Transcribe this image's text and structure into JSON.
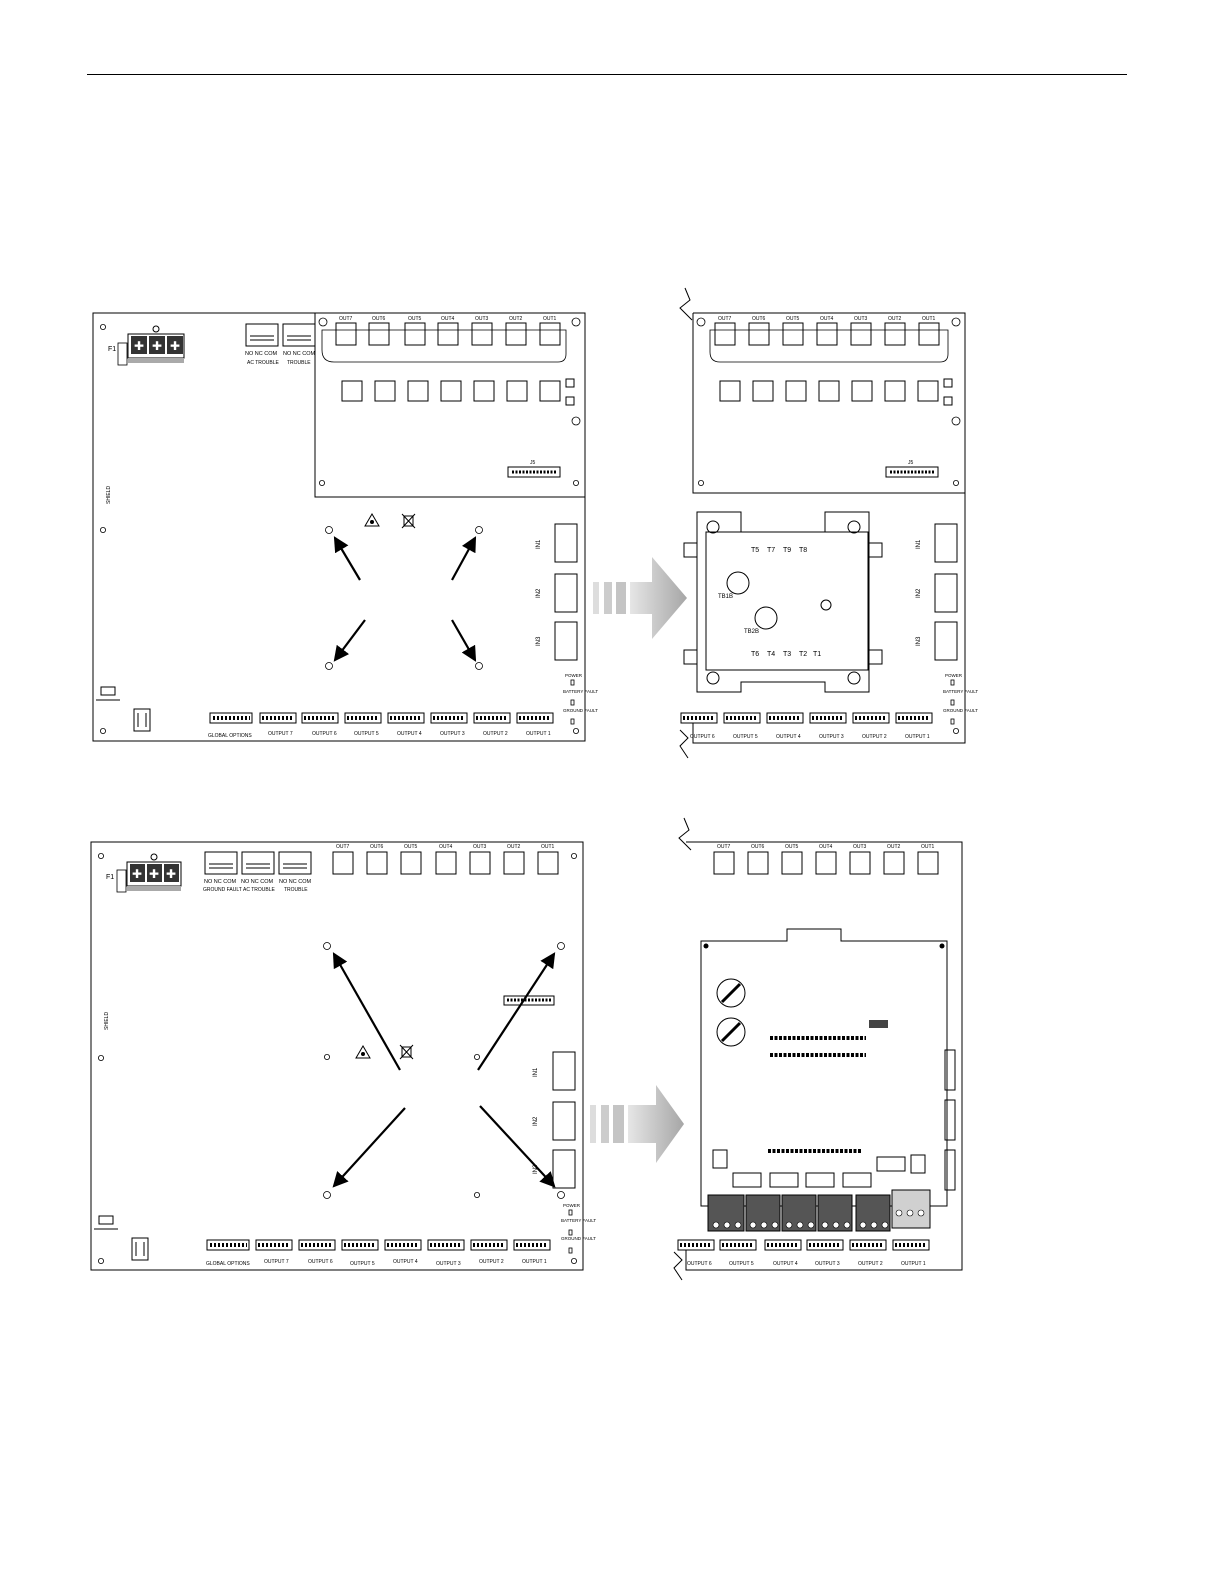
{
  "figure_1": {
    "left_board": {
      "fuse": "F1",
      "relay_labels": [
        "NO NC COM",
        "NO NC COM"
      ],
      "relay_captions": [
        "AC TROUBLE",
        "TROUBLE"
      ],
      "out_labels": [
        "OUT7",
        "OUT6",
        "OUT5",
        "OUT4",
        "OUT3",
        "OUT2",
        "OUT1"
      ],
      "header_label": "J5",
      "in_labels": [
        "IN1",
        "IN2",
        "IN3"
      ],
      "dip_labels": [
        "GLOBAL OPTIONS",
        "OUTPUT 7",
        "OUTPUT 6",
        "OUTPUT 5",
        "OUTPUT 4",
        "OUTPUT 3",
        "OUTPUT 2",
        "OUTPUT 1"
      ],
      "side_mark": "SHIELD",
      "leds": [
        "POWER",
        "BATTERY FAULT",
        "GROUND FAULT"
      ]
    },
    "right_board": {
      "out_labels": [
        "OUT7",
        "OUT6",
        "OUT5",
        "OUT4",
        "OUT3",
        "OUT2",
        "OUT1"
      ],
      "header_label": "J5",
      "in_labels": [
        "IN1",
        "IN2",
        "IN3"
      ],
      "dip_labels": [
        "OUTPUT 6",
        "OUTPUT 5",
        "OUTPUT 4",
        "OUTPUT 3",
        "OUTPUT 2",
        "OUTPUT 1"
      ],
      "leds": [
        "POWER",
        "BATTERY FAULT",
        "GROUND FAULT"
      ],
      "module_labels": [
        "T5",
        "T7",
        "T9",
        "T8",
        "T6",
        "T4",
        "T3",
        "T2",
        "T1",
        "TB1B",
        "TB2B"
      ]
    }
  },
  "figure_2": {
    "left_board": {
      "fuse": "F1",
      "relay_labels": [
        "NO NC COM",
        "NO NC COM",
        "NO NC COM"
      ],
      "relay_captions": [
        "GROUND FAULT",
        "AC TROUBLE",
        "TROUBLE"
      ],
      "out_labels": [
        "OUT7",
        "OUT6",
        "OUT5",
        "OUT4",
        "OUT3",
        "OUT2",
        "OUT1"
      ],
      "in_labels": [
        "IN1",
        "IN2",
        "IN3"
      ],
      "dip_labels": [
        "GLOBAL OPTIONS",
        "OUTPUT 7",
        "OUTPUT 6",
        "OUTPUT 5",
        "OUTPUT 4",
        "OUTPUT 3",
        "OUTPUT 2",
        "OUTPUT 1"
      ],
      "side_mark": "SHIELD",
      "leds": [
        "POWER",
        "BATTERY FAULT",
        "GROUND FAULT"
      ]
    },
    "right_board": {
      "out_labels": [
        "OUT7",
        "OUT6",
        "OUT5",
        "OUT4",
        "OUT3",
        "OUT2",
        "OUT1"
      ],
      "dip_labels": [
        "OUTPUT 6",
        "OUTPUT 5",
        "OUTPUT 4",
        "OUTPUT 3",
        "OUTPUT 2",
        "OUTPUT 1"
      ]
    }
  },
  "colors": {
    "line": "#000000",
    "arrow_fill": "#bdbdbd",
    "terminal_fill": "#555555"
  }
}
